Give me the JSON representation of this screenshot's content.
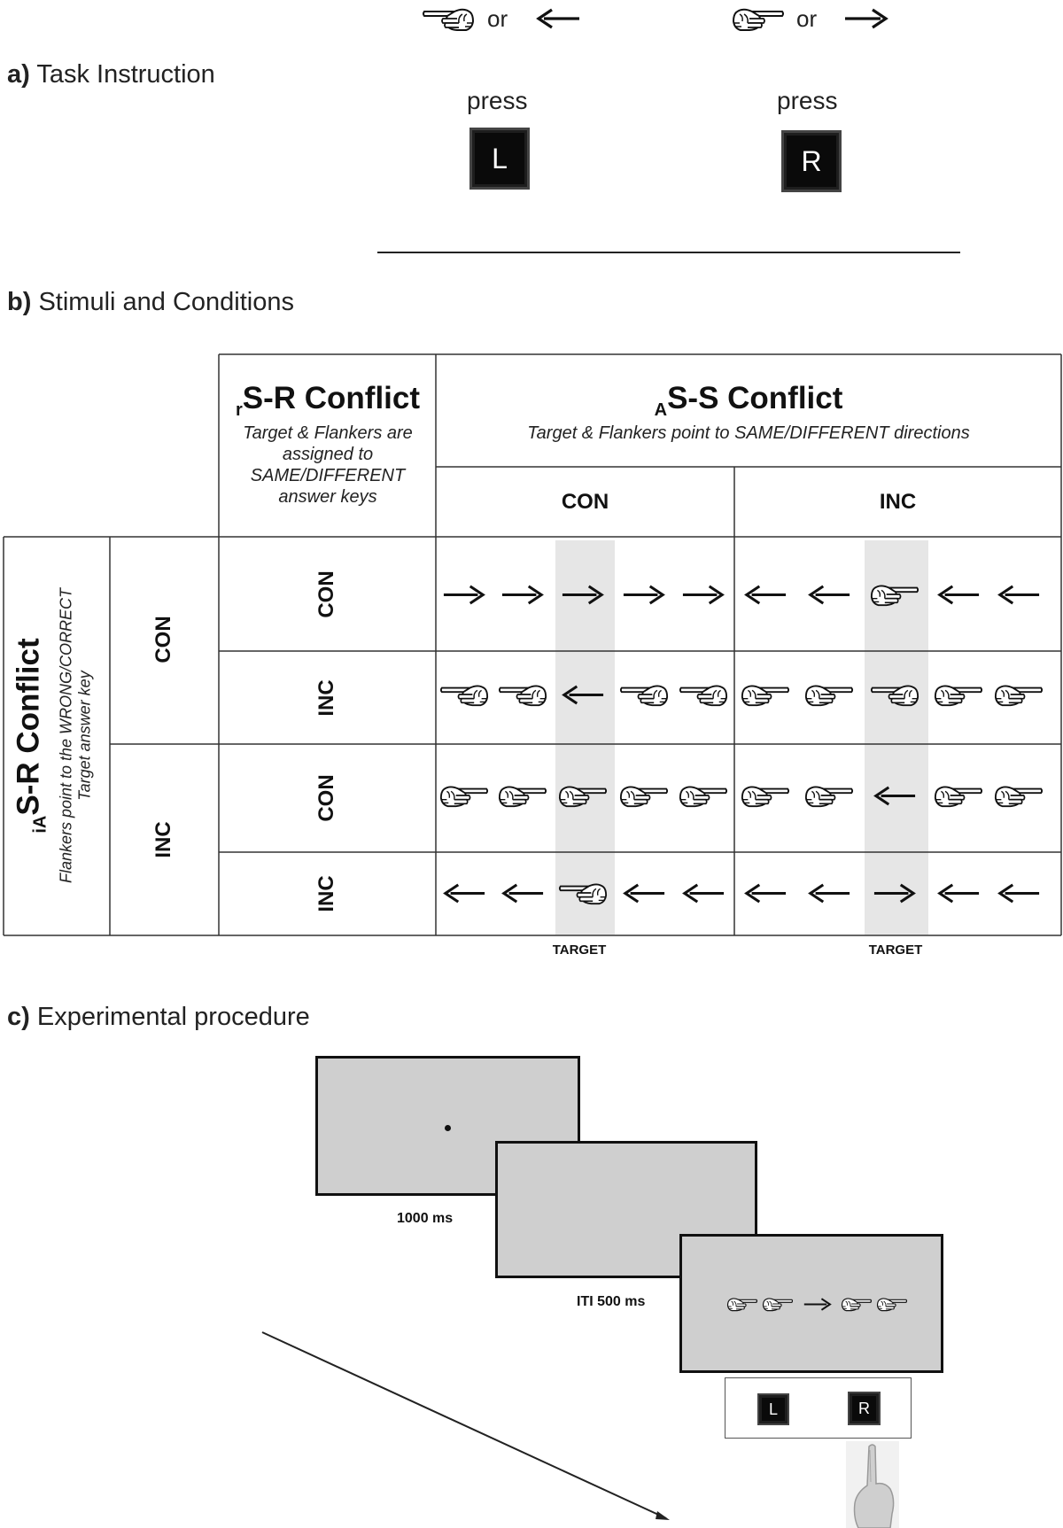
{
  "section_a": {
    "label": "a)",
    "title": "Task Instruction",
    "or": "or",
    "press": "press",
    "left_key": "L",
    "right_key": "R"
  },
  "section_b": {
    "label": "b)",
    "title": "Stimuli and Conditions",
    "rsr_header": {
      "sub": "r",
      "title": "S-R Conflict",
      "desc": "Target & Flankers are assigned to SAME/DIFFERENT answer keys"
    },
    "ass_header": {
      "sub": "A",
      "title": "S-S Conflict",
      "desc": "Target & Flankers point to SAME/DIFFERENT directions"
    },
    "iasr_header": {
      "sub": "iA",
      "title": "S-R Conflict",
      "desc1": "Flankers point to the WRONG/CORRECT",
      "desc2": "Target answer key"
    },
    "ss_columns": [
      "CON",
      "INC"
    ],
    "ia_rows": [
      "CON",
      "INC"
    ],
    "r_rows": [
      "CON",
      "INC",
      "CON",
      "INC"
    ],
    "target_label": "TARGET",
    "stimuli": [
      [
        "arrow-right",
        "arrow-right",
        "arrow-right",
        "arrow-right",
        "arrow-right",
        "arrow-left",
        "arrow-left",
        "hand-right",
        "arrow-left",
        "arrow-left"
      ],
      [
        "hand-left",
        "hand-left",
        "arrow-left",
        "hand-left",
        "hand-left",
        "hand-right",
        "hand-right",
        "hand-left",
        "hand-right",
        "hand-right"
      ],
      [
        "hand-right",
        "hand-right",
        "hand-right",
        "hand-right",
        "hand-right",
        "hand-right",
        "hand-right",
        "arrow-left",
        "hand-right",
        "hand-right"
      ],
      [
        "arrow-left",
        "arrow-left",
        "hand-left",
        "arrow-left",
        "arrow-left",
        "arrow-left",
        "arrow-left",
        "arrow-right",
        "arrow-left",
        "arrow-left"
      ]
    ]
  },
  "section_c": {
    "label": "c)",
    "title": "Experimental procedure",
    "fixation_duration": "1000 ms",
    "iti_duration": "ITI 500 ms",
    "trial_stimuli": [
      "hand-right",
      "hand-right",
      "arrow-right",
      "hand-right",
      "hand-right"
    ],
    "left_key": "L",
    "right_key": "R"
  },
  "colors": {
    "screen": "#cfcfcf",
    "target_column": "#e6e6e6",
    "key": "#0a0a0a"
  }
}
